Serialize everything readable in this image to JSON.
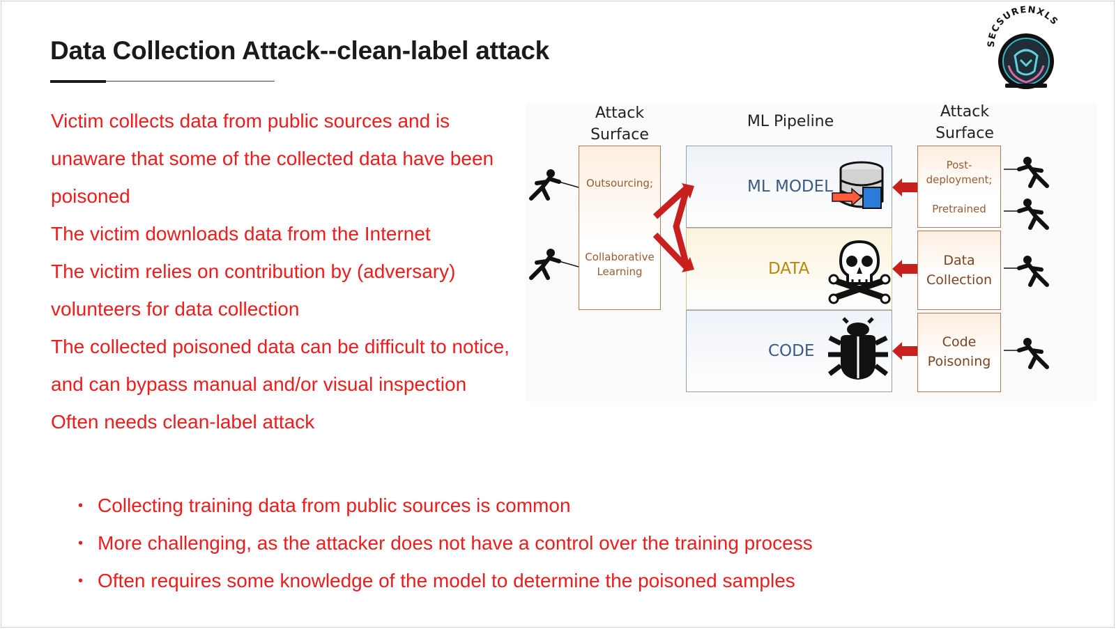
{
  "slide": {
    "title": "Data Collection Attack--clean-label attack",
    "paragraph_lines": [
      "Victim collects data from public sources and is",
      "unaware that some of the collected data have been",
      "poisoned",
      "The victim downloads data from the Internet",
      "The victim relies on contribution by (adversary)",
      "volunteers for  data collection",
      "The collected poisoned data can be difficult to notice,",
      "and can bypass manual and/or visual inspection",
      "Often needs clean-label attack"
    ],
    "bullets": [
      "Collecting training data from public sources is common",
      "More challenging, as the attacker does not have a control over the training process",
      "Often requires some knowledge of the model to determine the poisoned samples"
    ],
    "text_color": "#ee1c1c"
  },
  "logo": {
    "text": "SECSURENXLS"
  },
  "diagram": {
    "left_header": "Attack Surface",
    "center_header": "ML Pipeline",
    "right_header": "Attack Surface",
    "left_items": [
      "Outsourcing;",
      "Collaborative Learning"
    ],
    "pipeline": [
      {
        "label": "ML MODEL",
        "icon": "database-icon",
        "color": "#3d5a80"
      },
      {
        "label": "DATA",
        "icon": "skull-crossbones-icon",
        "color": "#b8860b"
      },
      {
        "label": "CODE",
        "icon": "bug-icon",
        "color": "#3d5a80"
      }
    ],
    "right_items": {
      "model_top": "Post-deployment;",
      "model_bottom": "Pretrained",
      "data": "Data Collection",
      "code": "Code Poisoning"
    },
    "arrow_color": "#c8201e"
  }
}
